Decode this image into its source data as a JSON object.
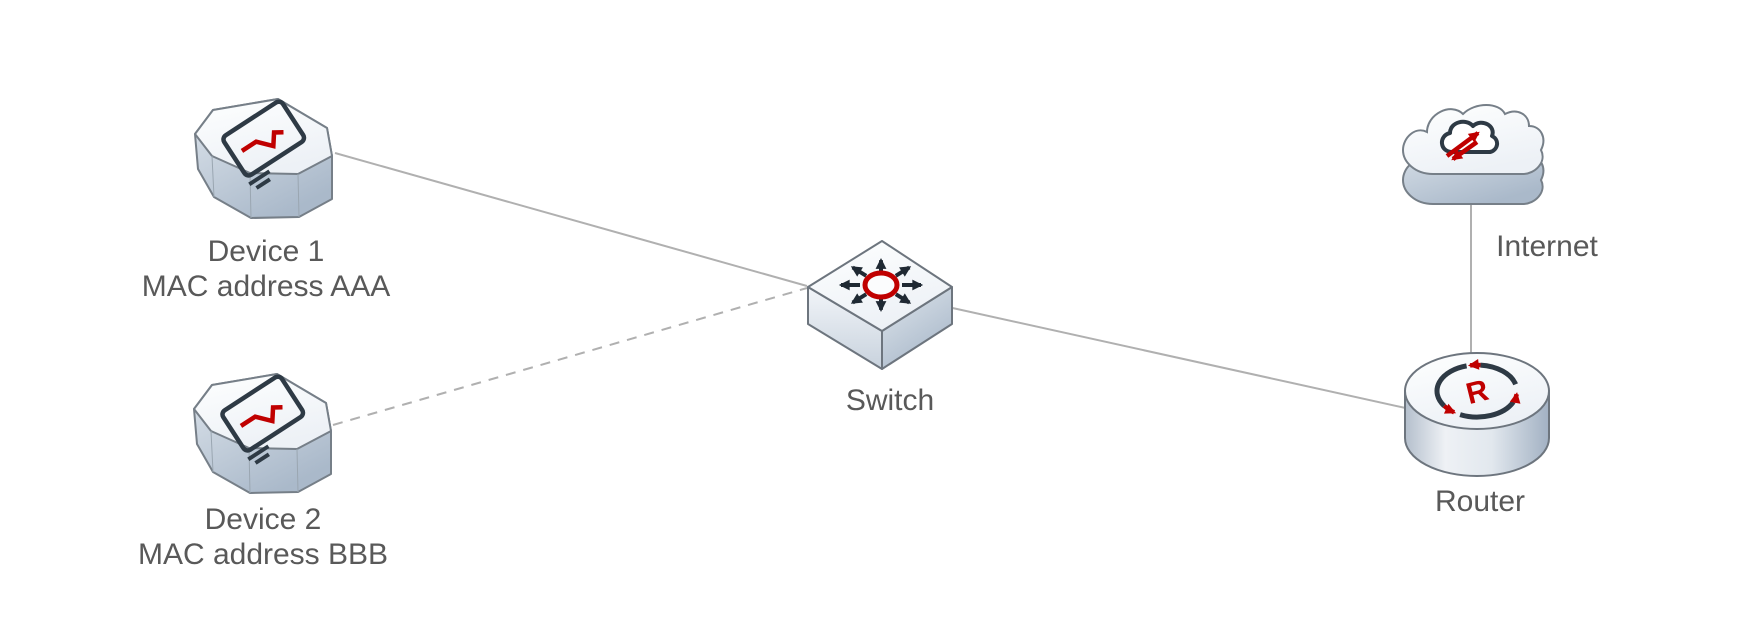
{
  "diagram": {
    "nodes": [
      {
        "id": "device1",
        "type": "device",
        "label": "Device 1",
        "sublabel": "MAC address AAA"
      },
      {
        "id": "device2",
        "type": "device",
        "label": "Device 2",
        "sublabel": "MAC address BBB"
      },
      {
        "id": "switch",
        "type": "switch",
        "label": "Switch"
      },
      {
        "id": "router",
        "type": "router",
        "label": "Router",
        "icon_letter": "R"
      },
      {
        "id": "internet",
        "type": "cloud",
        "label": "Internet"
      }
    ],
    "edges": [
      {
        "from": "device1",
        "to": "switch",
        "style": "solid"
      },
      {
        "from": "device2",
        "to": "switch",
        "style": "dashed"
      },
      {
        "from": "switch",
        "to": "router",
        "style": "solid"
      },
      {
        "from": "router",
        "to": "internet",
        "style": "solid"
      }
    ],
    "colors": {
      "accent_red": "#c00000",
      "icon_stroke": "#2e3a45",
      "connector_gray": "#b0b0b0",
      "label_gray": "#595959",
      "shape_outline": "#767f88"
    }
  }
}
